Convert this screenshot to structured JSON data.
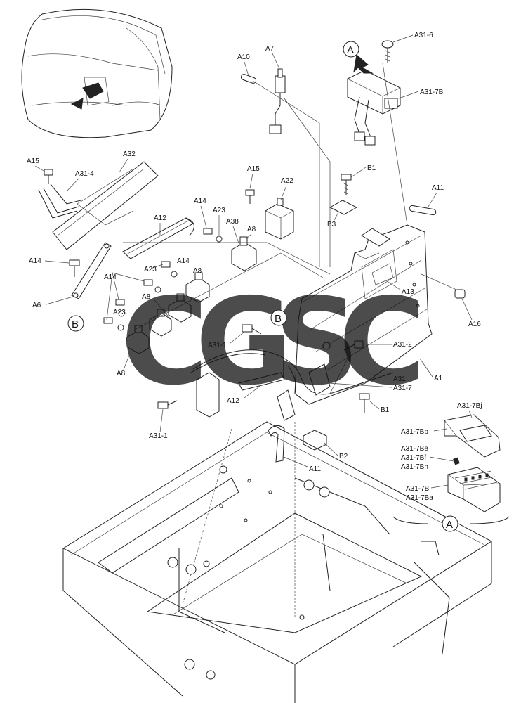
{
  "watermark": {
    "letters": [
      {
        "char": "C",
        "color": "#3b82f6"
      },
      {
        "char": "G",
        "color": "#ef5350"
      },
      {
        "char": "S",
        "color": "#f6c230"
      },
      {
        "char": "C",
        "color": "#2f9e60"
      }
    ]
  },
  "callouts": {
    "view_a_top": "A",
    "view_a_bottom": "A",
    "view_b_left": "B",
    "view_b_center": "B"
  },
  "labels": {
    "A31_6": "A31-6",
    "A31_7B_top": "A31-7B",
    "A10": "A10",
    "A7": "A7",
    "A15_left": "A15",
    "A32": "A32",
    "A31_4": "A31-4",
    "A15_mid": "A15",
    "A22": "A22",
    "B1_top": "B1",
    "A11_right": "A11",
    "B3": "B3",
    "A14_a": "A14",
    "A23_a": "A23",
    "A38": "A38",
    "A8_a": "A8",
    "A12_top": "A12",
    "A14_left": "A14",
    "A14_b": "A14",
    "A23_b": "A23",
    "A8_b": "A8",
    "A13": "A13",
    "A14_c": "A14",
    "A6": "A6",
    "A8_c": "A8",
    "A23_c": "A23",
    "A16": "A16",
    "A31_1_mid": "A31-1",
    "A31_2": "A31-2",
    "A8_d": "A8",
    "A1": "A1",
    "A31": "A31",
    "A31_7": "A31-7",
    "A12_bottom": "A12",
    "B1_bottom": "B1",
    "A31_1_bottom": "A31-1",
    "B2": "B2",
    "A11_bottom": "A11",
    "A31_7Bj": "A31-7Bj",
    "A31_7Bb": "A31-7Bb",
    "A31_7Be": "A31-7Be",
    "A31_7Bf": "A31-7Bf",
    "A31_7Bh": "A31-7Bh",
    "A31_7B_bottom": "A31-7B",
    "A31_7Ba": "A31-7Ba"
  }
}
